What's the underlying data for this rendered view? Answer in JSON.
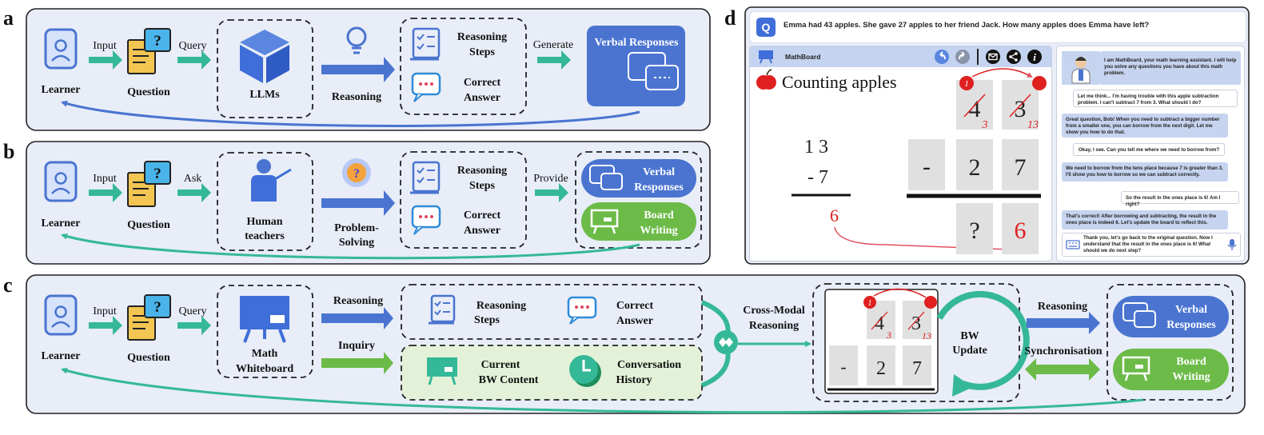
{
  "panels": {
    "a": {
      "label": "a",
      "learner": "Learner",
      "input": "Input",
      "question": "Question",
      "query": "Query",
      "llms": "LLMs",
      "reasoning": "Reasoning",
      "reasoning_steps": [
        "Reasoning",
        "Steps"
      ],
      "correct_answer": [
        "Correct",
        "Answer"
      ],
      "generate": "Generate",
      "verbal_responses": "Verbal Responses"
    },
    "b": {
      "label": "b",
      "learner": "Learner",
      "input": "Input",
      "question": "Question",
      "ask": "Ask",
      "human_teachers": [
        "Human",
        "teachers"
      ],
      "problem_solving": [
        "Problem-",
        "Solving"
      ],
      "reasoning_steps": [
        "Reasoning",
        "Steps"
      ],
      "correct_answer": [
        "Correct",
        "Answer"
      ],
      "provide": "Provide",
      "verbal_responses": [
        "Verbal",
        "Responses"
      ],
      "board_writing": [
        "Board",
        "Writing"
      ]
    },
    "c": {
      "label": "c",
      "learner": "Learner",
      "input": "Input",
      "question": "Question",
      "query": "Query",
      "math_whiteboard": [
        "Math",
        "Whiteboard"
      ],
      "reasoning": "Reasoning",
      "inquiry": "Inquiry",
      "reasoning_steps": [
        "Reasoning",
        "Steps"
      ],
      "correct_answer": [
        "Correct",
        "Answer"
      ],
      "current_bw": [
        "Current",
        "BW Content"
      ],
      "conversation_history": [
        "Conversation",
        "History"
      ],
      "cross_modal": [
        "Cross-Modal",
        "Reasoning"
      ],
      "bw_update": [
        "BW",
        "Update"
      ],
      "reasoning_right": "Reasoning",
      "synchronisation": "Synchronisation",
      "verbal_responses": [
        "Verbal",
        "Responses"
      ],
      "board_writing": [
        "Board",
        "Writing"
      ],
      "mini_board": {
        "top": [
          "4",
          "3"
        ],
        "small": [
          "3",
          "13"
        ],
        "circle": "1",
        "bottom": [
          "-",
          "2",
          "7"
        ]
      }
    },
    "d": {
      "label": "d",
      "q_badge": "Q",
      "question_text": "Emma had 43 apples. She gave 27 apples to her friend Jack. How many apples does Emma have left?",
      "app_title": "MathBoard",
      "board_title": "Counting apples",
      "scratch": {
        "top": "1 3",
        "bottom": "- 7",
        "result": "6"
      },
      "grid": {
        "top": [
          "4",
          "3"
        ],
        "small": [
          "3",
          "13"
        ],
        "circle": "1",
        "middle": [
          "-",
          "2",
          "7"
        ],
        "bottom": [
          "?",
          "6"
        ]
      },
      "chat": [
        {
          "role": "bot",
          "text": "I am MathBoard, your math learning assistant. I will help you solve any questions you have about this math problem."
        },
        {
          "role": "user",
          "text": "Let me think... I'm having trouble with this apple subtraction problem. I can't subtract 7 from 3. What should I do?"
        },
        {
          "role": "bot",
          "text": "Great question, Bob! When you need to subtract a bigger number from a smaller one, you can borrow from the next digit. Let me show you how to do that."
        },
        {
          "role": "user",
          "text": "Okay, I see. Can you tell me where we need to borrow from?"
        },
        {
          "role": "bot",
          "text": "We need to borrow from the tens place because 7 is greater than 3. I'll show you how to borrow so we can subtract correctly."
        },
        {
          "role": "user",
          "text": "So the result in the ones place is 6! Am I right?"
        },
        {
          "role": "bot",
          "text": "That's correct! After borrowing and subtracting, the result in the ones place is indeed 6. Let's update the board to reflect this."
        }
      ],
      "input_text": "Thank you, let's go back to the original question. Now I understand that the result in the ones place is 6! What should we do next step?"
    }
  },
  "colors": {
    "panel_bg": "#e8edf8",
    "blue": "#4a74d0",
    "teal": "#35b897",
    "green": "#6cbb48",
    "light_green": "#e3f1d8",
    "board_red": "#e02020"
  }
}
